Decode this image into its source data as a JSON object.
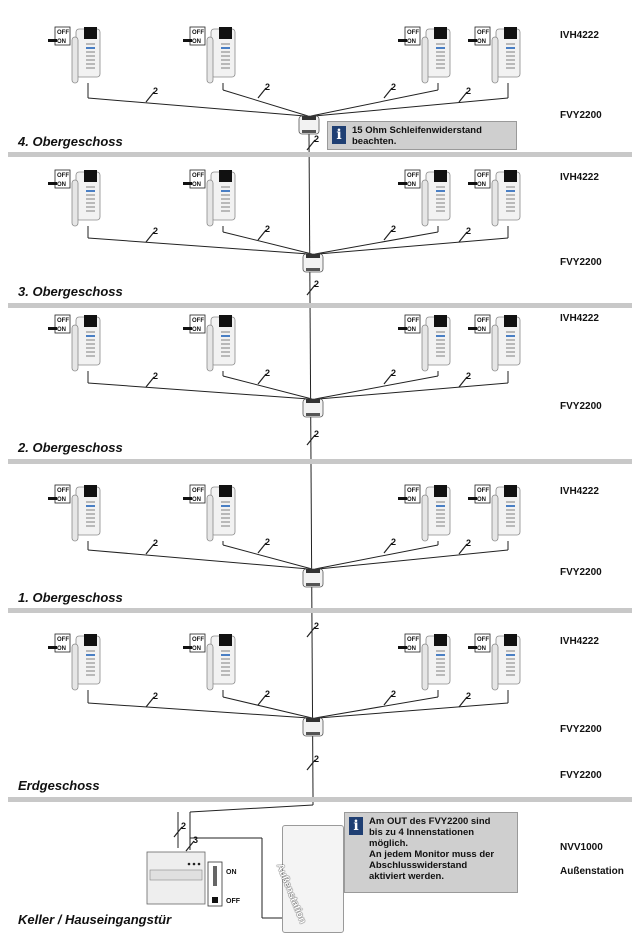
{
  "floors": [
    {
      "name": "4. Obergeschoss",
      "device_model": "IVH4222",
      "distributor_model": "FVY2200"
    },
    {
      "name": "3. Obergeschoss",
      "device_model": "IVH4222",
      "distributor_model": "FVY2200"
    },
    {
      "name": "2. Obergeschoss",
      "device_model": "IVH4222",
      "distributor_model": "FVY2200"
    },
    {
      "name": "1. Obergeschoss",
      "device_model": "IVH4222",
      "distributor_model": "FVY2200"
    },
    {
      "name": "Erdgeschoss",
      "device_model": "IVH4222",
      "distributor_model": "FVY2200"
    }
  ],
  "extra_distributor_model": "FVY2200",
  "basement": {
    "name": "Keller / Hauseingangstür",
    "power_supply_model": "NVV1000",
    "outdoor_station_model": "Außenstation",
    "outdoor_station_label": "Außenstation",
    "switch_on": "ON",
    "switch_off": "OFF"
  },
  "switch_labels": {
    "off": "OFF",
    "on": "ON"
  },
  "wire_counts": {
    "bus": "2",
    "supply": "3"
  },
  "notes": {
    "top": "15 Ohm Schleifenwiderstand\nbeachten.",
    "bottom": "Am OUT des FVY2200 sind\nbis zu 4 Innenstationen\nmöglich.\nAn jedem Monitor muss der\nAbschlusswiderstand\naktiviert werden."
  },
  "icons": {
    "info": "info-icon"
  },
  "colors": {
    "note_bg": "#cfcfcf",
    "info_icon": "#1f3f73",
    "separator": "#c8c8c8",
    "monitor_screen": "#111111"
  }
}
